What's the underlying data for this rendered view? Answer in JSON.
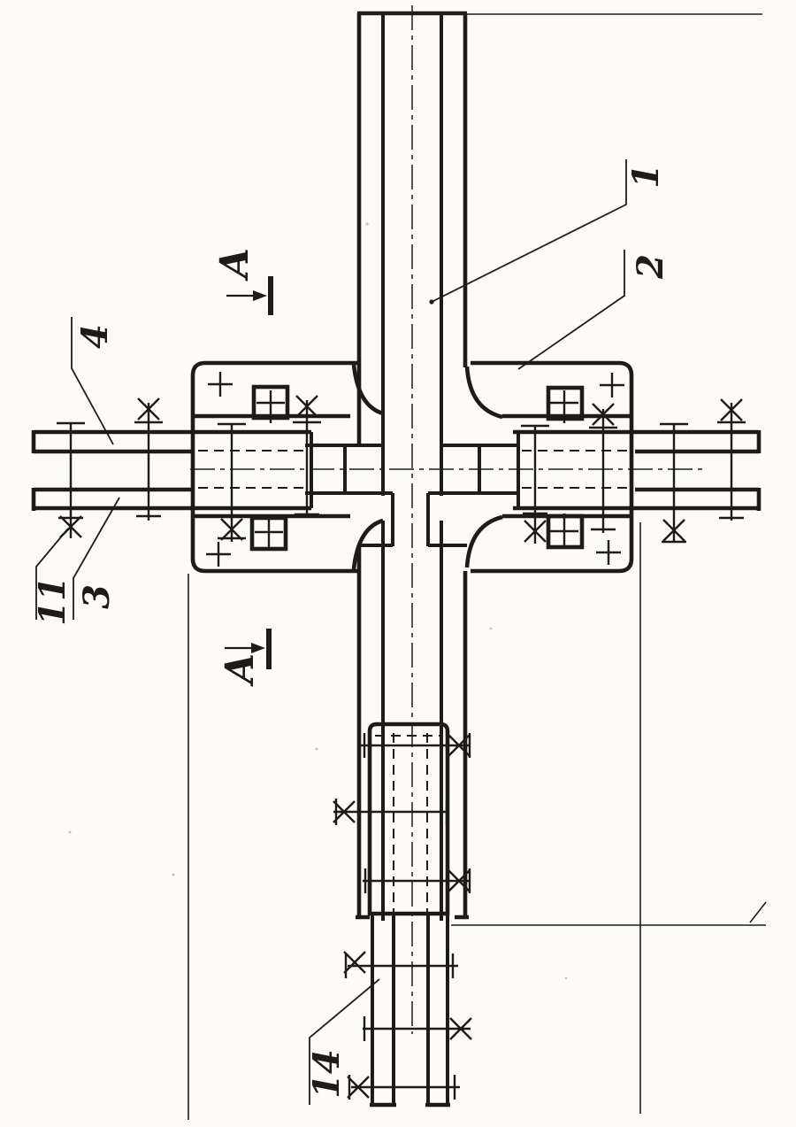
{
  "colors": {
    "ink": "#1d1c1a",
    "paper": "#fcfbf7"
  },
  "part_labels": {
    "p1": "1",
    "p2": "2",
    "p3": "3",
    "p4": "4",
    "p11": "11",
    "p14": "14"
  },
  "section_markers": {
    "upper": "A",
    "lower": "A"
  }
}
